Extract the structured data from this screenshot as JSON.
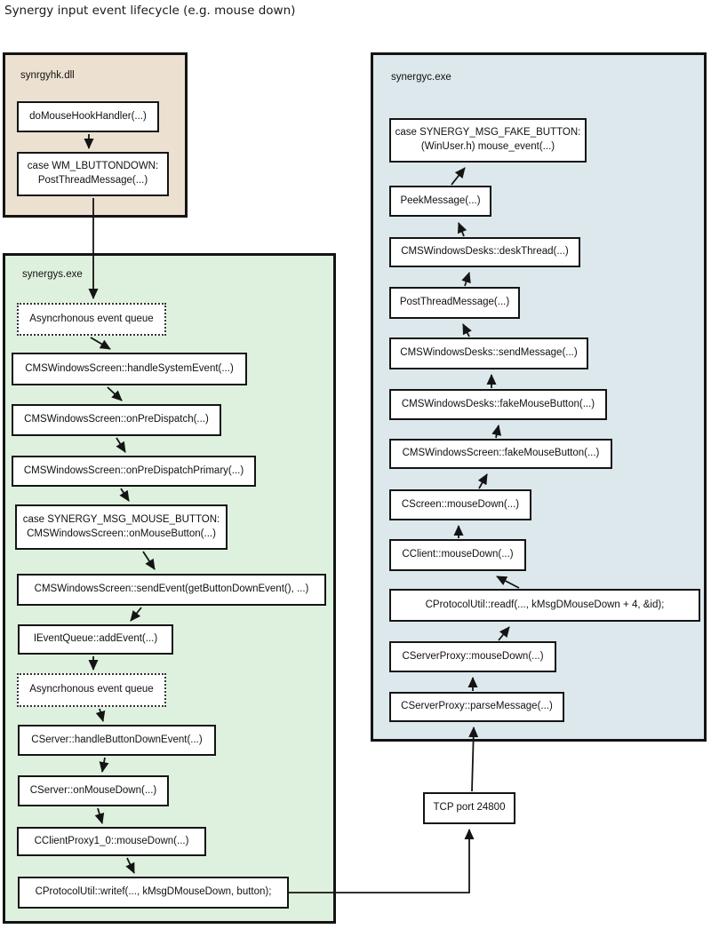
{
  "title": "Synergy input event lifecycle (e.g. mouse down)",
  "colors": {
    "page_bg": "#ffffff",
    "hook_bg": "#ece0d0",
    "server_bg": "#def1de",
    "client_bg": "#dce8ec",
    "border": "#141414",
    "line": "#141414",
    "box_bg": "#ffffff"
  },
  "hook": {
    "label": "synrgyhk.dll",
    "boxes": [
      {
        "lines": [
          "doMouseHookHandler(...)"
        ]
      },
      {
        "lines": [
          "case WM_LBUTTONDOWN:",
          "PostThreadMessage(...)"
        ]
      }
    ]
  },
  "server": {
    "label": "synergys.exe",
    "boxes": [
      {
        "lines": [
          "Asyncrhonous event queue"
        ]
      },
      {
        "lines": [
          "CMSWindowsScreen::handleSystemEvent(...)"
        ]
      },
      {
        "lines": [
          "CMSWindowsScreen::onPreDispatch(...)"
        ]
      },
      {
        "lines": [
          "CMSWindowsScreen::onPreDispatchPrimary(...)"
        ]
      },
      {
        "lines": [
          "case SYNERGY_MSG_MOUSE_BUTTON:",
          "CMSWindowsScreen::onMouseButton(...)"
        ]
      },
      {
        "lines": [
          "CMSWindowsScreen::sendEvent(getButtonDownEvent(), ...)"
        ]
      },
      {
        "lines": [
          "IEventQueue::addEvent(...)"
        ]
      },
      {
        "lines": [
          "Asyncrhonous event queue"
        ]
      },
      {
        "lines": [
          "CServer::handleButtonDownEvent(...)"
        ]
      },
      {
        "lines": [
          "CServer::onMouseDown(...)"
        ]
      },
      {
        "lines": [
          "CClientProxy1_0::mouseDown(...)"
        ]
      },
      {
        "lines": [
          "CProtocolUtil::writef(..., kMsgDMouseDown, button);"
        ]
      }
    ]
  },
  "client": {
    "label": "synergyc.exe",
    "boxes": [
      {
        "lines": [
          "case SYNERGY_MSG_FAKE_BUTTON:",
          "(WinUser.h) mouse_event(...)"
        ]
      },
      {
        "lines": [
          "PeekMessage(...)"
        ]
      },
      {
        "lines": [
          "CMSWindowsDesks::deskThread(...)"
        ]
      },
      {
        "lines": [
          "PostThreadMessage(...)"
        ]
      },
      {
        "lines": [
          "CMSWindowsDesks::sendMessage(...)"
        ]
      },
      {
        "lines": [
          "CMSWindowsDesks::fakeMouseButton(...)"
        ]
      },
      {
        "lines": [
          "CMSWindowsScreen::fakeMouseButton(...)"
        ]
      },
      {
        "lines": [
          "CScreen::mouseDown(...)"
        ]
      },
      {
        "lines": [
          "CClient::mouseDown(...)"
        ]
      },
      {
        "lines": [
          "CProtocolUtil::readf(..., kMsgDMouseDown + 4, &id);"
        ]
      },
      {
        "lines": [
          "CServerProxy::mouseDown(...)"
        ]
      },
      {
        "lines": [
          "CServerProxy::parseMessage(...)"
        ]
      }
    ]
  },
  "network": {
    "label": "TCP port 24800"
  }
}
